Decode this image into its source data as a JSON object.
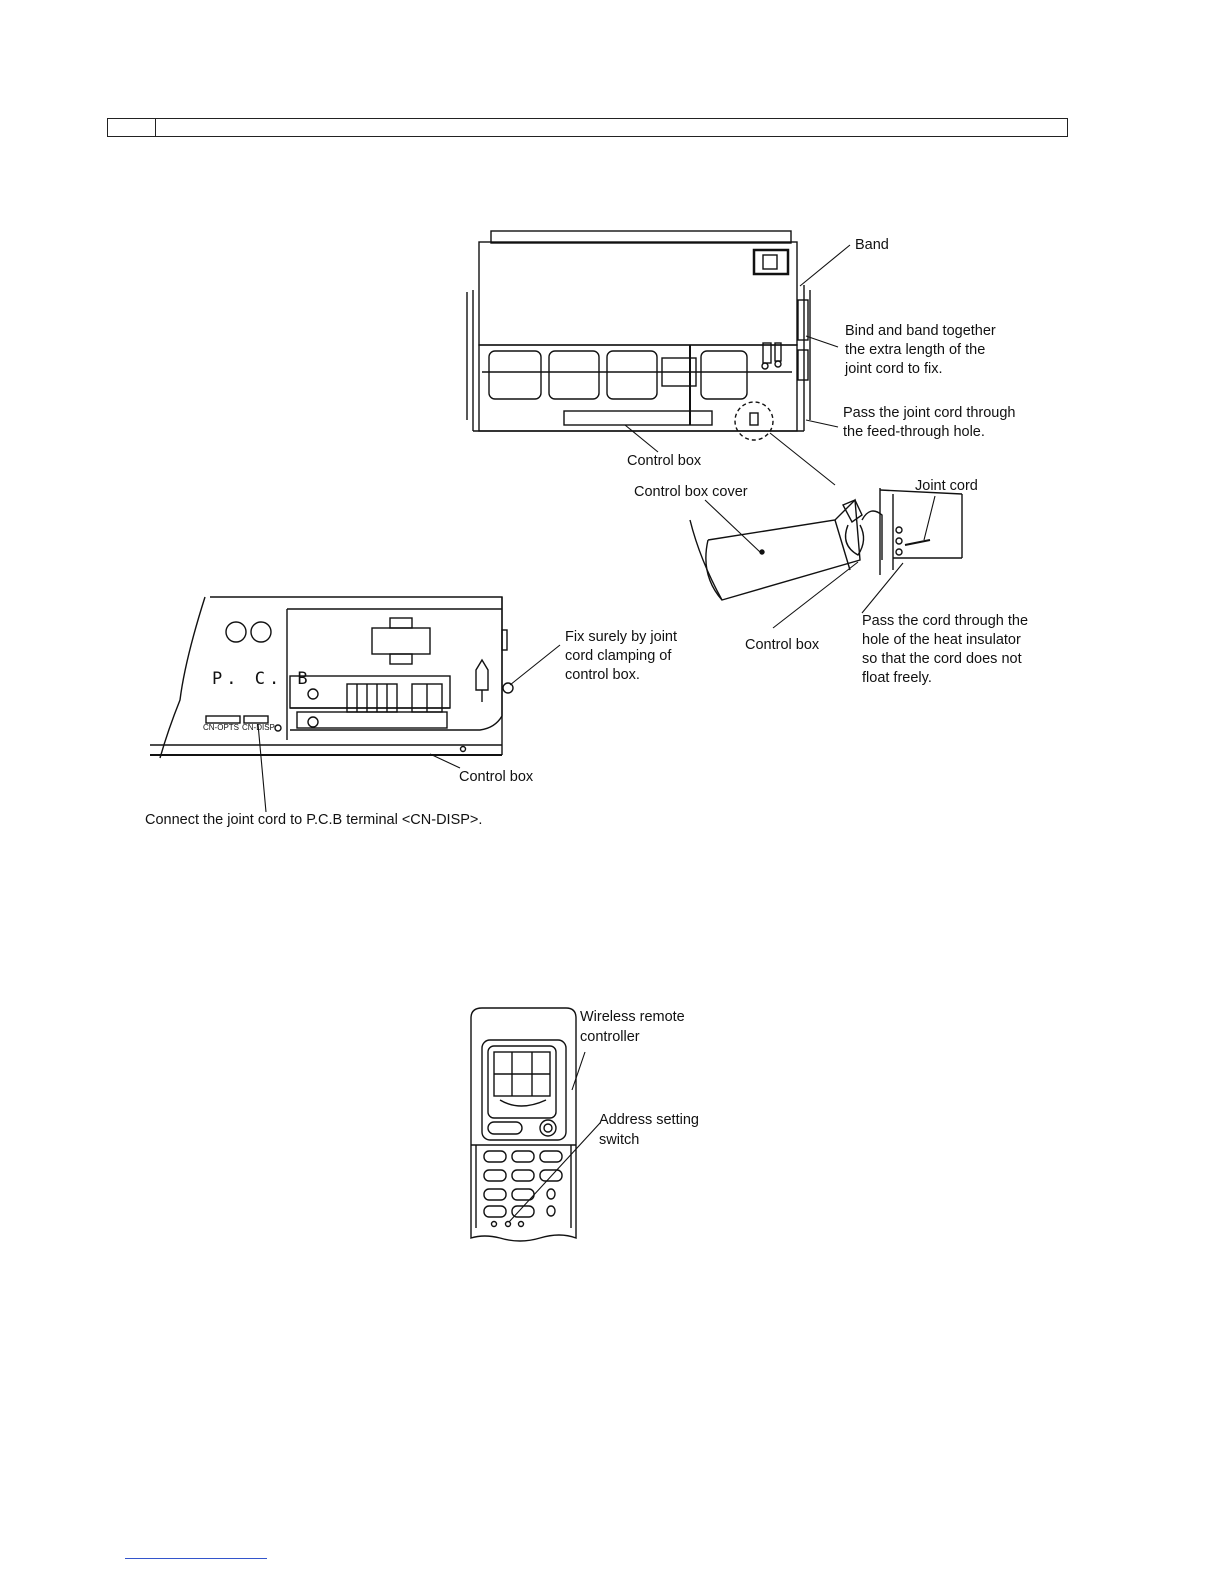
{
  "header": {
    "section_no": "",
    "section_title": ""
  },
  "figure_top": {
    "labels": {
      "band": "Band",
      "bind": [
        "Bind and band together",
        "the extra length of the",
        "joint cord to fix."
      ],
      "pass_feed": [
        "Pass the joint cord through",
        "the feed-through hole."
      ],
      "control_box_a": "Control box",
      "control_box_cover": "Control box cover",
      "joint_cord": "Joint cord",
      "control_box_b": "Control box",
      "pass_cord": [
        "Pass the cord through the",
        "hole of the heat insulator",
        "so that the cord does not",
        "float freely."
      ],
      "fix_surely": [
        "Fix surely by joint",
        "cord clamping of",
        "control box."
      ],
      "control_box_c": "Control box",
      "connect": "Connect the joint cord to P.C.B terminal <CN-DISP>.",
      "pcb": "P. C. B",
      "cn_left": "CN-OPTS",
      "cn_right": "CN-DISP"
    }
  },
  "figure_remote": {
    "labels": {
      "wireless": [
        "Wireless remote",
        "controller"
      ],
      "address": [
        "Address setting",
        "switch"
      ]
    }
  }
}
